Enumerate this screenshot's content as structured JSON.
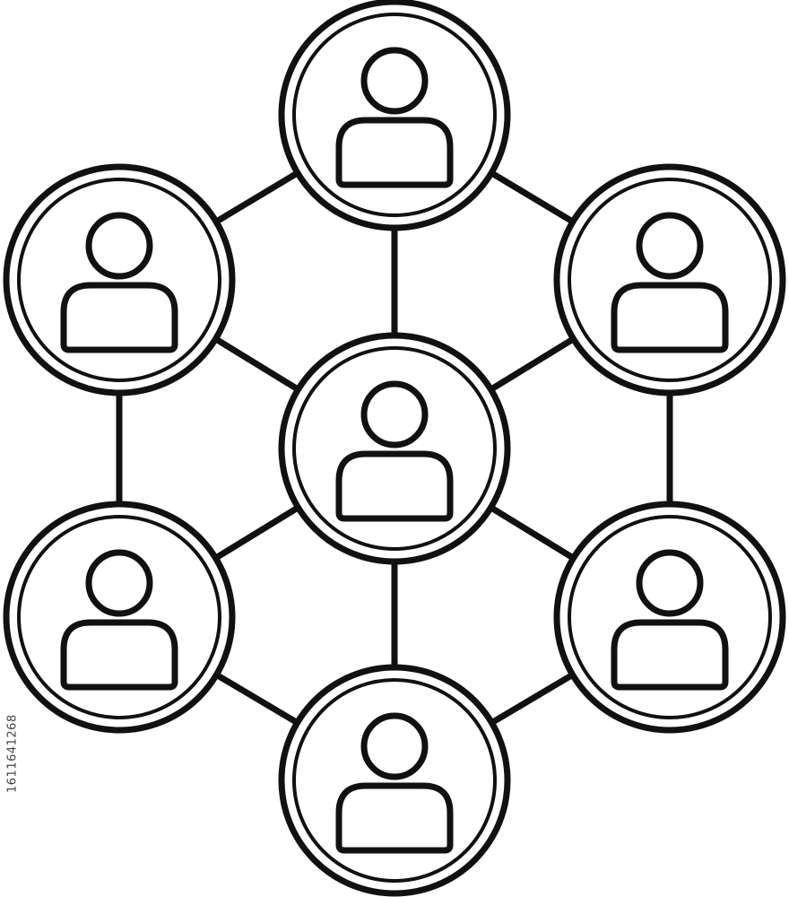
{
  "diagram": {
    "type": "people network",
    "stroke_color": "#111111",
    "background": "#ffffff",
    "icon": "person-icon",
    "nodes": [
      {
        "id": "top",
        "icon": "person-icon"
      },
      {
        "id": "upper-left",
        "icon": "person-icon"
      },
      {
        "id": "upper-right",
        "icon": "person-icon"
      },
      {
        "id": "center",
        "icon": "person-icon"
      },
      {
        "id": "lower-left",
        "icon": "person-icon"
      },
      {
        "id": "lower-right",
        "icon": "person-icon"
      },
      {
        "id": "bottom",
        "icon": "person-icon"
      }
    ],
    "edges": [
      [
        "top",
        "upper-left"
      ],
      [
        "top",
        "upper-right"
      ],
      [
        "top",
        "center"
      ],
      [
        "upper-left",
        "center"
      ],
      [
        "upper-right",
        "center"
      ],
      [
        "upper-left",
        "lower-left"
      ],
      [
        "upper-right",
        "lower-right"
      ],
      [
        "center",
        "lower-left"
      ],
      [
        "center",
        "lower-right"
      ],
      [
        "center",
        "bottom"
      ],
      [
        "lower-left",
        "bottom"
      ],
      [
        "lower-right",
        "bottom"
      ]
    ]
  },
  "watermark": {
    "side_id": "1611641268"
  }
}
